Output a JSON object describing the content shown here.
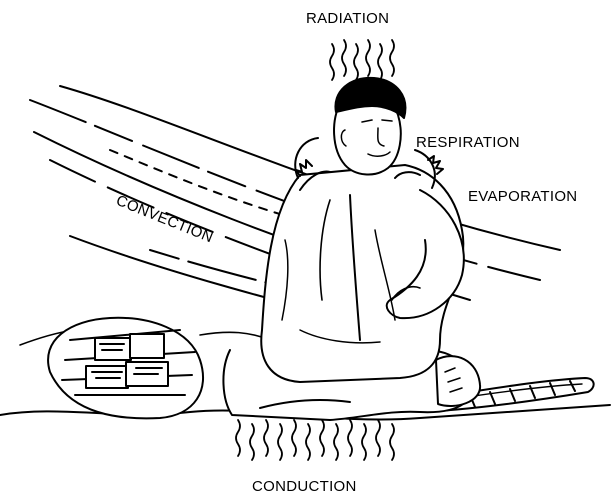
{
  "labels": {
    "radiation": "RADIATION",
    "respiration": "RESPIRATION",
    "evaporation": "EVAPORATION",
    "convection": "CONVECTION",
    "conduction": "CONDUCTION"
  }
}
